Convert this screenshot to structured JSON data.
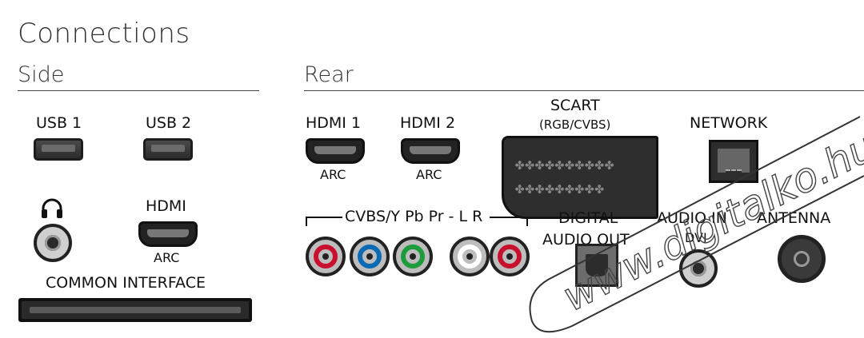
{
  "title": "Connections",
  "sections": {
    "side": "Side",
    "rear": "Rear"
  },
  "side": {
    "usb1": "USB 1",
    "usb2": "USB 2",
    "headphone": "headphone-icon",
    "hdmi": "HDMI",
    "hdmi_sub": "ARC",
    "common_interface": "COMMON INTERFACE"
  },
  "rear": {
    "hdmi1": "HDMI 1",
    "hdmi1_sub": "ARC",
    "hdmi2": "HDMI 2",
    "hdmi2_sub": "ARC",
    "scart": "SCART",
    "scart_sub": "(RGB/CVBS)",
    "network": "NETWORK",
    "component": "CVBS/Y Pb Pr - L R",
    "digital_audio_out_1": "DIGITAL",
    "digital_audio_out_2": "AUDIO OUT",
    "audio_in_1": "AUDIO IN",
    "audio_in_2": "DVI",
    "antenna": "ANTENNA",
    "rca_colors": [
      "#c8102e",
      "#0a6ab4",
      "#1e9b3a",
      "#ffffff",
      "#c8102e"
    ]
  },
  "watermark": "www.digitalko.hu"
}
